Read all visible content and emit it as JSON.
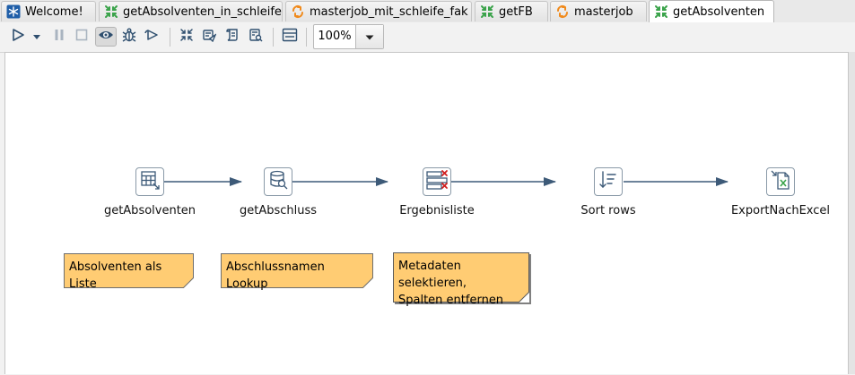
{
  "tabs": [
    {
      "label": "Welcome!",
      "icon": "spoon-welcome-icon",
      "active": false
    },
    {
      "label": "getAbsolventen_in_schleife",
      "icon": "transformation-icon",
      "active": false
    },
    {
      "label": "masterjob_mit_schleife_fak",
      "icon": "job-icon",
      "active": false
    },
    {
      "label": "getFB",
      "icon": "transformation-icon",
      "active": false
    },
    {
      "label": "masterjob",
      "icon": "job-icon",
      "active": false
    },
    {
      "label": "getAbsolventen",
      "icon": "transformation-icon",
      "active": true,
      "close": "⊠"
    }
  ],
  "toolbar": {
    "icons": [
      "run-icon",
      "run-options-dropdown-icon",
      "pause-icon",
      "stop-icon",
      "preview-icon",
      "debug-icon",
      "replay-icon",
      "verify-icon",
      "impact-icon",
      "sql-icon",
      "explore-db-icon",
      "show-results-icon"
    ],
    "zoom": "100%"
  },
  "steps": [
    {
      "label": "getAbsolventen",
      "icon": "table-input-icon"
    },
    {
      "label": "getAbschluss",
      "icon": "database-lookup-icon"
    },
    {
      "label": "Ergebnisliste",
      "icon": "select-values-icon"
    },
    {
      "label": "Sort rows",
      "icon": "sort-rows-icon"
    },
    {
      "label": "ExportNachExcel",
      "icon": "excel-output-icon"
    }
  ],
  "notes": [
    {
      "text": "Absolventen als Liste"
    },
    {
      "text": "Abschlussnamen Lookup"
    },
    {
      "line1": "Metadaten selektieren,",
      "line2": "Spalten entfernen"
    }
  ],
  "colors": {
    "hop": "#3d5a78",
    "note_bg": "#ffcc73",
    "transformation_green": "#3aa34a",
    "job_orange": "#f08a1c"
  }
}
